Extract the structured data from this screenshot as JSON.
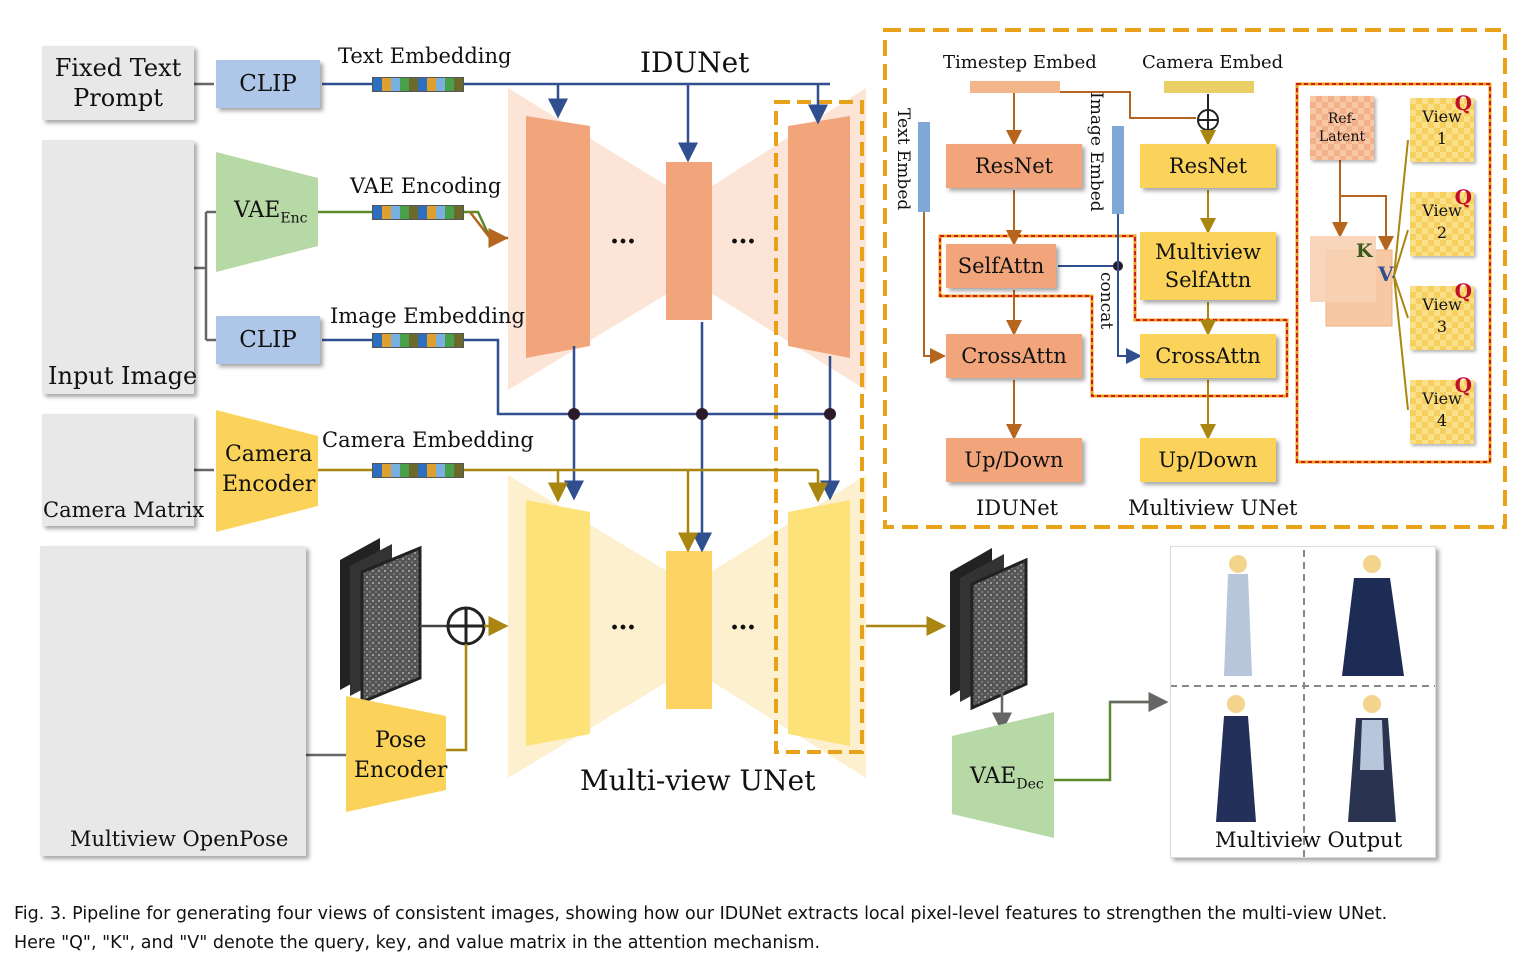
{
  "left_inputs": {
    "fixed_text_prompt": "Fixed Text\nPrompt",
    "input_image": "Input Image",
    "camera_matrix": "Camera Matrix",
    "multiview_openpose": "Multiview OpenPose"
  },
  "encoders": {
    "clip_text": "CLIP",
    "vae_enc": "VAE",
    "vae_enc_sub": "Enc",
    "clip_image": "CLIP",
    "camera_encoder": "Camera\nEncoder",
    "pose_encoder": "Pose\nEncoder",
    "vae_dec": "VAE",
    "vae_dec_sub": "Dec"
  },
  "embeddings": {
    "text": "Text Embedding",
    "vae": "VAE Encoding",
    "image": "Image Embedding",
    "camera": "Camera Embedding"
  },
  "networks": {
    "idunet_title": "IDUNet",
    "multiview_title": "Multi-view UNet",
    "ellipsis": "…"
  },
  "output": {
    "label": "Multiview Output"
  },
  "detail": {
    "timestep_embed": "Timestep Embed",
    "camera_embed": "Camera Embed",
    "text_embed": "Text Embed",
    "image_embed": "Image Embed",
    "concat": "concat",
    "resnet_left": "ResNet",
    "resnet_right": "ResNet",
    "selfattn": "SelfAttn",
    "mv_selfattn": "Multiview\nSelfAttn",
    "crossattn_left": "CrossAttn",
    "crossattn_right": "CrossAttn",
    "updown_left": "Up/Down",
    "updown_right": "Up/Down",
    "idunet_label": "IDUNet",
    "mv_unet_label": "Multiview UNet",
    "ref_latent": "Ref-\nLatent",
    "k": "K",
    "v": "V",
    "q": "Q",
    "views": [
      "View\n1",
      "View\n2",
      "View\n3",
      "View\n4"
    ]
  },
  "caption": {
    "line1": "Fig. 3.  Pipeline for generating four views of consistent images, showing how our IDUNet extracts local pixel-level features to strengthen the multi-view UNet.",
    "line2": "Here \"Q\", \"K\", and \"V\" denote the query, key, and value matrix in the attention mechanism."
  },
  "colors": {
    "blue_line": "#2f4f8f",
    "orange_line": "#b5651d",
    "gold_line": "#a8860f",
    "green_line": "#5a8a2a",
    "dashed_outline": "#e8a21a",
    "red_outline": "#d11a1a"
  }
}
